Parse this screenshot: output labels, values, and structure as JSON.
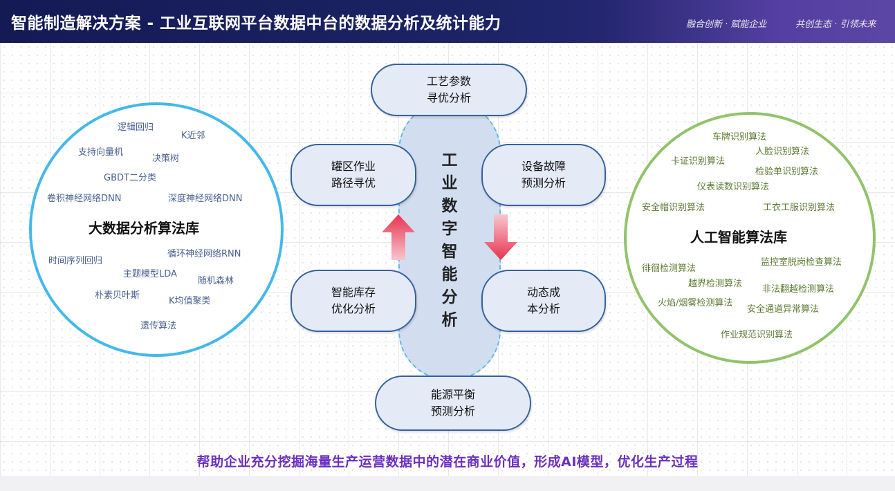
{
  "header": {
    "title": "智能制造解决方案 - 工业互联网平台数据中台的数据分析及统计能力",
    "slogans": [
      "融合创新 · 赋能企业",
      "共创生态 · 引领未来"
    ]
  },
  "left_library": {
    "title": "大数据分析算法库",
    "items": [
      "逻辑回归",
      "K近邻",
      "支持向量机",
      "决策树",
      "GBDT二分类",
      "卷积神经网络DNN",
      "深度神经网络DNN",
      "时间序列回归",
      "循环神经网络RNN",
      "主题模型LDA",
      "随机森林",
      "朴素贝叶斯",
      "K均值聚类",
      "遗传算法"
    ]
  },
  "right_library": {
    "title": "人工智能算法库",
    "items": [
      "车牌识别算法",
      "卡证识别算法",
      "人脸识别算法",
      "检验单识别算法",
      "仪表读数识别算法",
      "安全帽识别算法",
      "工衣工服识别算法",
      "徘徊检测算法",
      "监控室脱岗检查算法",
      "越界检测算法",
      "非法翻越检测算法",
      "火焰/烟雾检测算法",
      "安全通道异常算法",
      "作业规范识别算法"
    ]
  },
  "center": {
    "pillar_text": [
      "工",
      "业",
      "数",
      "字",
      "智",
      "能",
      "分",
      "析"
    ],
    "nodes": {
      "top": [
        "工艺参数",
        "寻优分析"
      ],
      "left_upper": [
        "罐区作业",
        "路径寻优"
      ],
      "right_upper": [
        "设备故障",
        "预测分析"
      ],
      "left_lower": [
        "智能库存",
        "优化分析"
      ],
      "right_lower": [
        "动态成",
        "本分析"
      ],
      "bottom": [
        "能源平衡",
        "预测分析"
      ]
    },
    "colors": {
      "arrow": "#e8334f",
      "pill_border": "#34619e",
      "left_circle": "#44b8ea",
      "right_circle": "#91c36a"
    }
  },
  "footer": {
    "text": "帮助企业充分挖掘海量生产运营数据中的潜在商业价值，形成AI模型，优化生产过程"
  }
}
